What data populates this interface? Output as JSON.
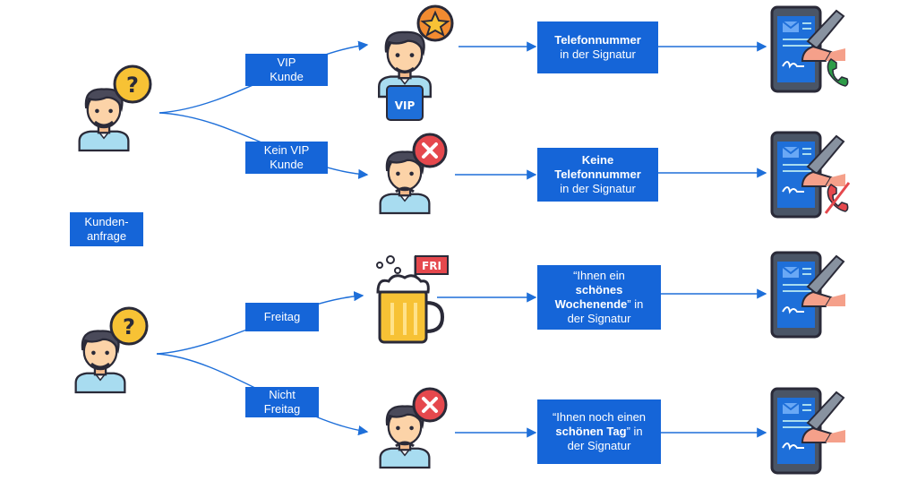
{
  "side_label": [
    "Kunden-",
    "anfrage"
  ],
  "branches": {
    "vip": [
      "VIP",
      "Kunde"
    ],
    "kein_vip": [
      "Kein VIP",
      "Kunde"
    ],
    "freitag": "Freitag",
    "nicht_freitag": [
      "Nicht",
      "Freitag"
    ]
  },
  "results": {
    "r1": {
      "bold": "Telefonnummer",
      "rest": "in der Signatur"
    },
    "r2": {
      "bold1": "Keine",
      "bold2": "Telefonnummer",
      "rest": "in der Signatur"
    },
    "r3": {
      "pre": "“Ihnen ein",
      "bold1": "schönes",
      "bold2": "Wochenende",
      "post": "” in",
      "rest": "der Signatur"
    },
    "r4": {
      "pre": "“Ihnen noch einen",
      "bold": "schönen Tag",
      "post": "”  in",
      "rest": "der Signatur"
    }
  },
  "icons": {
    "persons": [
      "question-mark",
      "star",
      "x-mark"
    ],
    "beer_sign": "FRI",
    "vip_badge": "VIP",
    "phones": [
      "phone-accept",
      "phone-reject",
      "none",
      "none"
    ]
  },
  "colors": {
    "box": "#1565d8",
    "arrow": "#1e6fd9",
    "star": "#f7c235",
    "reject": "#e5484d",
    "accept": "#2e9c48"
  }
}
